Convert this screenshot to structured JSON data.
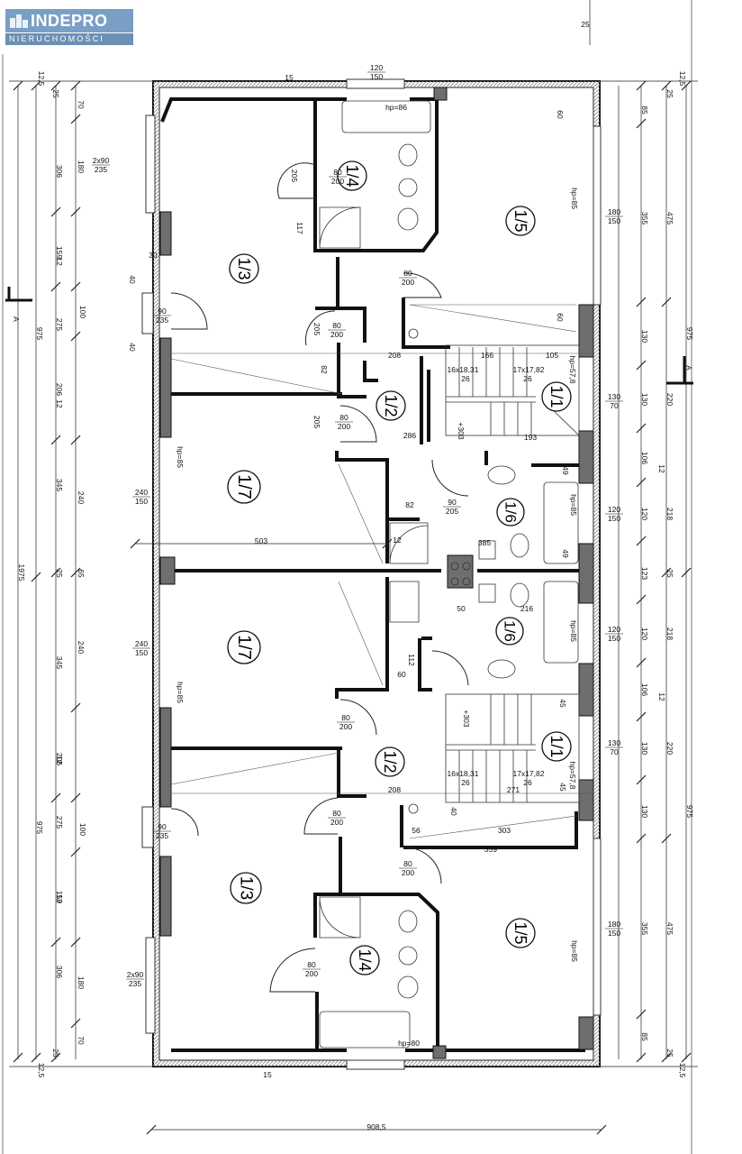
{
  "brand": {
    "name": "INDEPRO",
    "tagline": "NIERUCHOMOŚCI",
    "color_primary": "#7a9fc4",
    "color_secondary": "#6b8fb5"
  },
  "rooms": [
    "1/4",
    "1/5",
    "1/3",
    "1/2",
    "1/1",
    "1/7",
    "1/6",
    "1/7",
    "1/6",
    "1/2",
    "1/1",
    "1/3",
    "1/4",
    "1/5"
  ],
  "labels": {
    "section": "A",
    "stairs_a": "16x18,31",
    "stairs_a_count": "26",
    "stairs_b": "17x17,82",
    "stairs_b_count": "26",
    "height_hp85": "hp=85",
    "height_hp86": "hp=86",
    "height_hp80": "hp=80",
    "height_hp578a": "hp=57,8",
    "height_hp578b": "hp=57,8",
    "level": "+303",
    "door_80_200": "80\n200",
    "door_90_205": "90\n205",
    "door_90_235": "90\n235",
    "window_120_150": "120\n150",
    "window_180_150": "180\n150",
    "window_240_150": "240\n150",
    "window_130_70": "130\n70",
    "window_2x90_235": "2x90\n235",
    "dim_total_width": "908,5",
    "dim_total_height": "1975",
    "dim_half": "975",
    "dim_503": "503",
    "dim_208": "208",
    "dim_286": "286",
    "dim_193": "193",
    "dim_166": "166",
    "dim_105": "105",
    "dim_271": "271",
    "dim_303": "303",
    "dim_359": "359",
    "dim_216": "216",
    "dim_385": "385",
    "dim_82": "82",
    "dim_50": "50",
    "dim_56": "56",
    "dim_60": "60",
    "dim_117": "117",
    "dim_112": "112",
    "dim_12": "12",
    "dim_25": "25",
    "dim_15": "15",
    "dim_12_5": "12,5",
    "dim_40": "40",
    "dim_30": "30",
    "dim_49": "49",
    "dim_45": "45",
    "dim_100": "100",
    "dim_205": "205",
    "dim_106": "106",
    "dim_120": "120",
    "dim_123": "123",
    "dim_218": "218",
    "dim_220": "220",
    "dim_130": "130",
    "dim_85": "85",
    "dim_355": "355",
    "dim_475": "475",
    "dim_306": "306",
    "dim_180": "180",
    "dim_70": "70",
    "dim_159": "159",
    "dim_275": "275",
    "dim_206": "206",
    "dim_345": "345",
    "dim_240": "240",
    "dim_65": "65",
    "dim_150": "150"
  },
  "colors": {
    "wall": "#111111",
    "line": "#333333",
    "fill_wall": "#6e6e6e",
    "hatch": "#999999"
  }
}
